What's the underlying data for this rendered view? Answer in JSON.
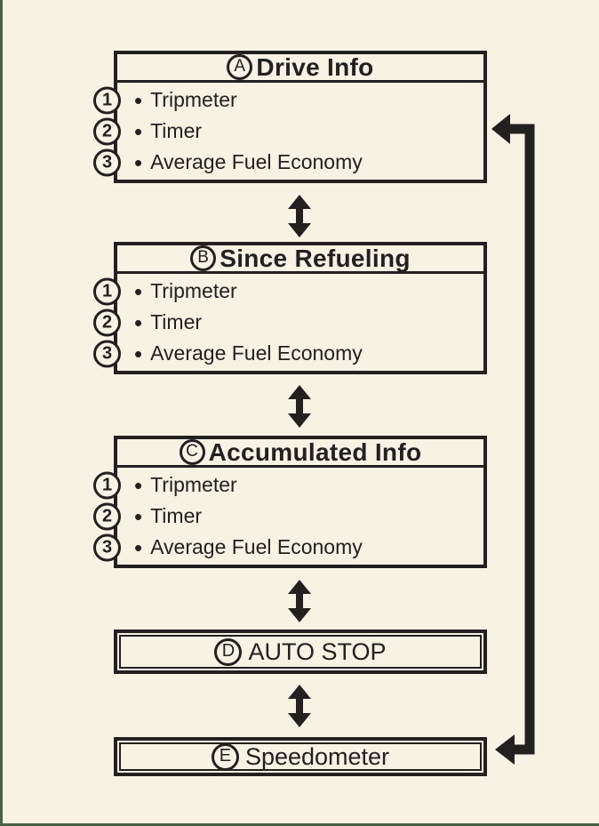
{
  "palette": {
    "background": "#f6f3e4",
    "ink": "#232020",
    "accent_green": "#4a6347"
  },
  "diagram": {
    "bullet": "•",
    "modes": [
      {
        "key": "A",
        "title": "Drive Info",
        "items": [
          {
            "num": "1",
            "label": "Tripmeter"
          },
          {
            "num": "2",
            "label": "Timer"
          },
          {
            "num": "3",
            "label": "Average Fuel Economy"
          }
        ]
      },
      {
        "key": "B",
        "title": "Since Refueling",
        "items": [
          {
            "num": "1",
            "label": "Tripmeter"
          },
          {
            "num": "2",
            "label": "Timer"
          },
          {
            "num": "3",
            "label": "Average Fuel Economy"
          }
        ]
      },
      {
        "key": "C",
        "title": "Accumulated Info",
        "items": [
          {
            "num": "1",
            "label": "Tripmeter"
          },
          {
            "num": "2",
            "label": "Timer"
          },
          {
            "num": "3",
            "label": "Average Fuel Economy"
          }
        ]
      },
      {
        "key": "D",
        "title": "AUTO STOP",
        "items": []
      },
      {
        "key": "E",
        "title": "Speedometer",
        "items": []
      }
    ],
    "icons": {
      "swap_arrow": "vertical double-headed arrow",
      "loop_arrow": "return loop arrow from Speedometer back to Drive Info"
    }
  }
}
